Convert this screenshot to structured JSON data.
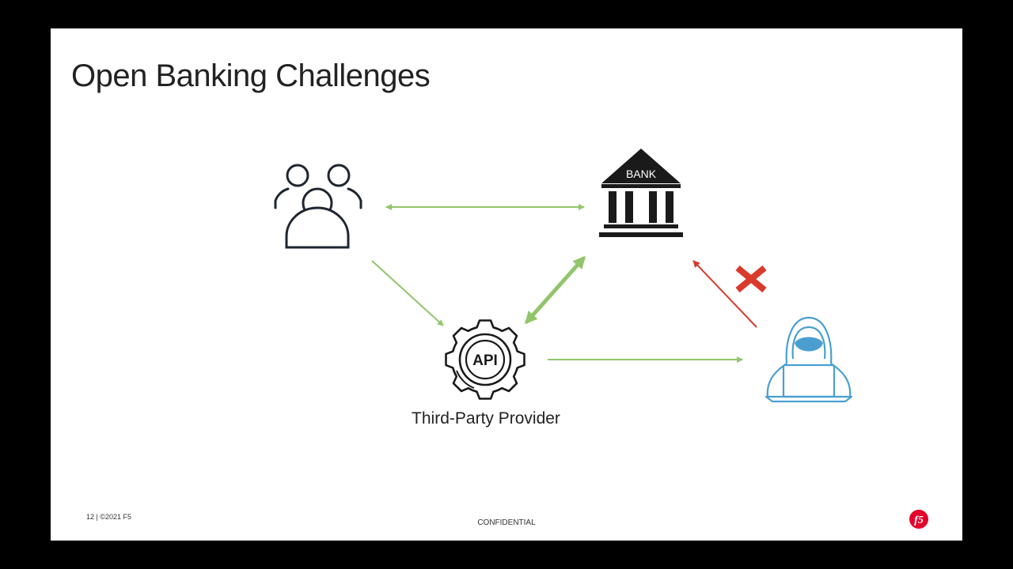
{
  "slide": {
    "title": "Open Banking Challenges",
    "footer_left": "12 | ©2021 F5",
    "footer_center": "CONFIDENTIAL",
    "logo_text": "f5"
  },
  "diagram": {
    "nodes": [
      {
        "id": "customers",
        "icon": "users-icon",
        "label": ""
      },
      {
        "id": "bank",
        "icon": "bank-icon",
        "label": "BANK"
      },
      {
        "id": "tpp",
        "icon": "api-gear-icon",
        "label": "Third-Party Provider",
        "inner_label": "API"
      },
      {
        "id": "attacker",
        "icon": "hacker-icon",
        "label": ""
      }
    ],
    "edges": [
      {
        "from": "customers",
        "to": "bank",
        "direction": "both",
        "color": "#92c56b"
      },
      {
        "from": "customers",
        "to": "tpp",
        "direction": "forward",
        "color": "#92c56b"
      },
      {
        "from": "tpp",
        "to": "bank",
        "direction": "both",
        "color": "#92c56b",
        "weight": "bold"
      },
      {
        "from": "tpp",
        "to": "attacker",
        "direction": "forward",
        "color": "#92c56b"
      },
      {
        "from": "attacker",
        "to": "bank",
        "direction": "forward",
        "color": "#d93a2b",
        "blocked": true
      }
    ]
  },
  "colors": {
    "green": "#92c56b",
    "red": "#d93a2b",
    "icon_dark": "#1e2630",
    "hacker_blue": "#4a9fd0",
    "logo_red": "#e4002b"
  }
}
